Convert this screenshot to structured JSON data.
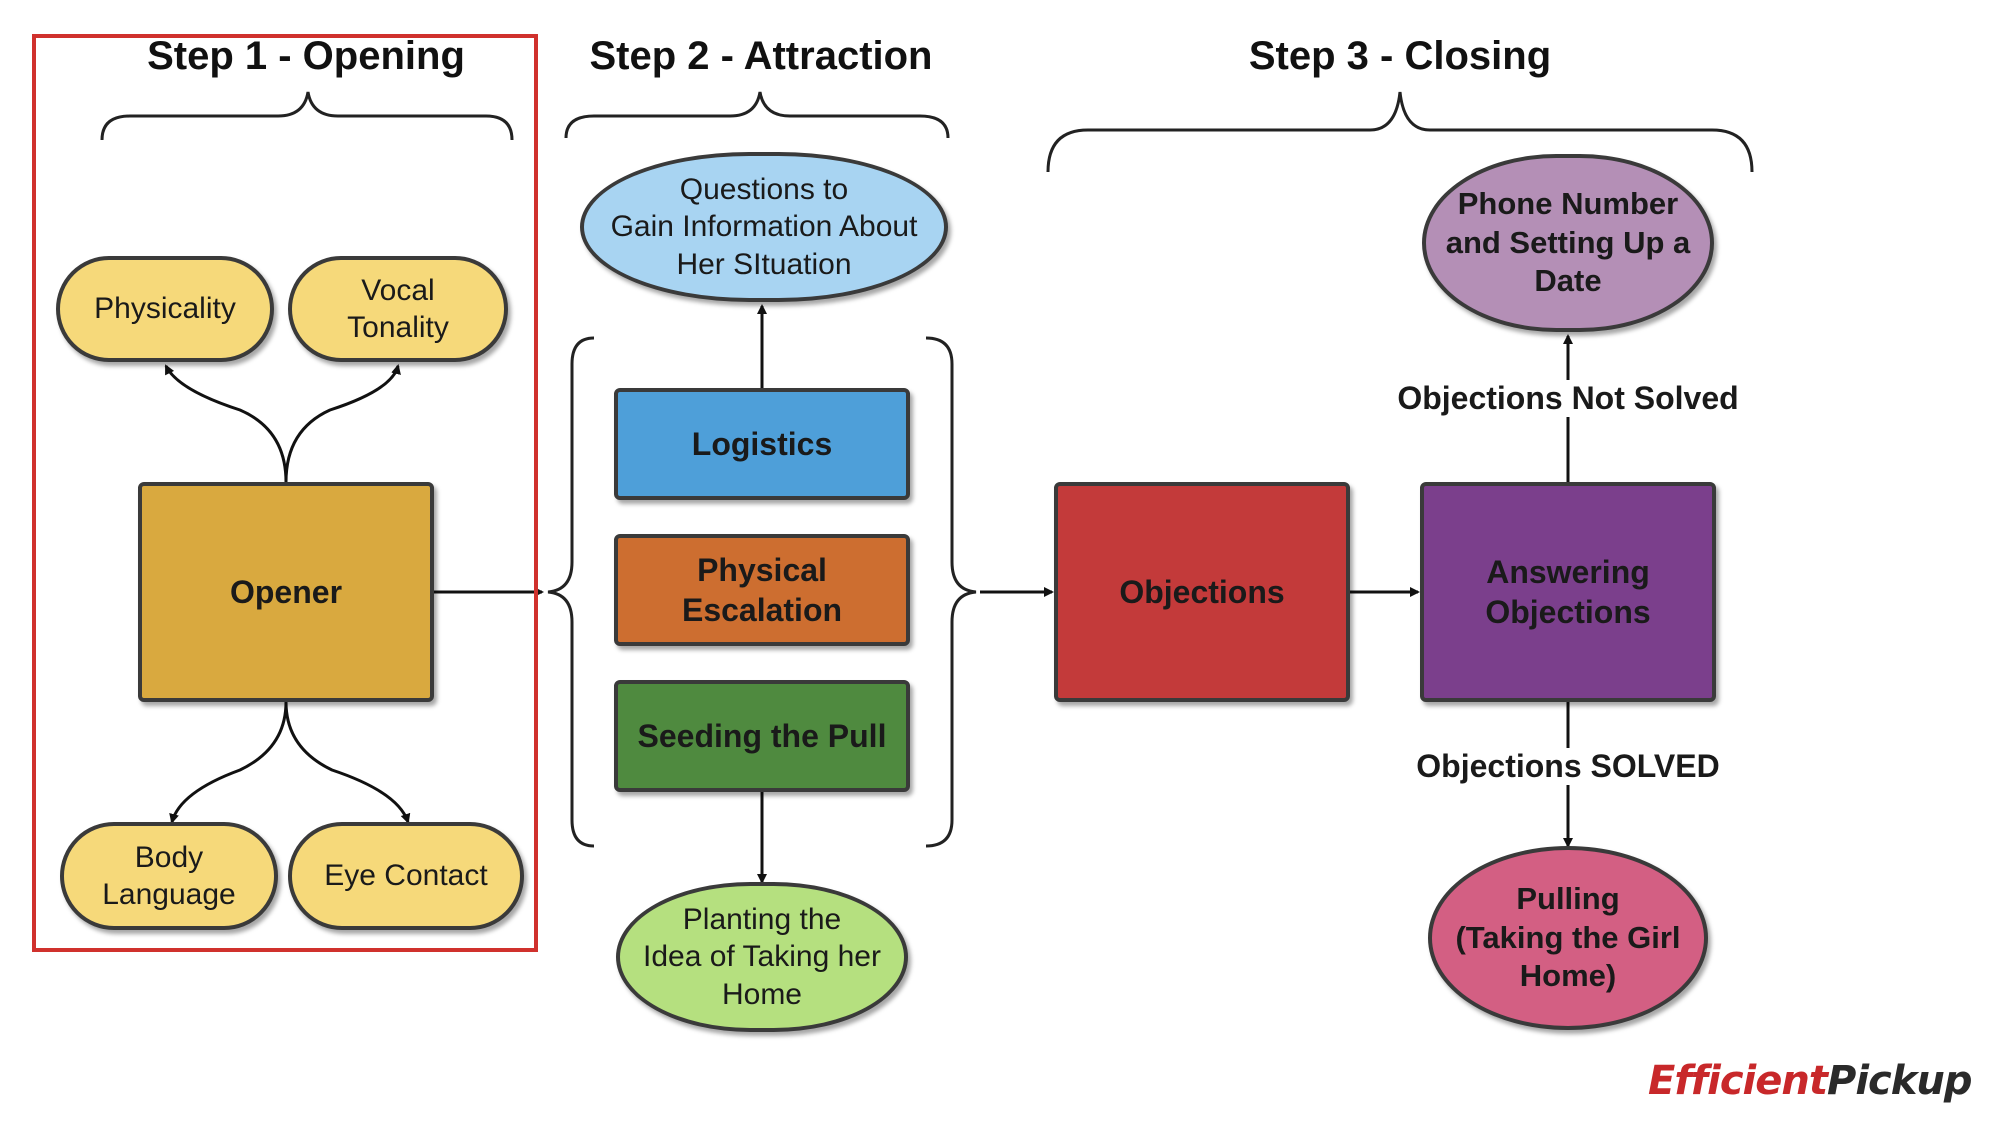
{
  "titles": {
    "step1": "Step 1 - Opening",
    "step2": "Step 2 - Attraction",
    "step3": "Step 3 - Closing"
  },
  "nodes": {
    "physicality": "Physicality",
    "vocal_tonality": "Vocal\nTonality",
    "opener": "Opener",
    "body_language": "Body\nLanguage",
    "eye_contact": "Eye Contact",
    "questions": "Questions to\nGain Information About\nHer SItuation",
    "logistics": "Logistics",
    "physical_escalation": "Physical\nEscalation",
    "seeding_the_pull": "Seeding the Pull",
    "planting": "Planting the\nIdea of Taking her\nHome",
    "objections": "Objections",
    "answering_objections": "Answering\nObjections",
    "phone_number": "Phone Number\nand Setting Up a\nDate",
    "pulling": "Pulling\n(Taking the Girl\nHome)"
  },
  "edge_labels": {
    "not_solved": "Objections Not Solved",
    "solved": "Objections SOLVED"
  },
  "logo": {
    "part1": "Efficient",
    "part2": "Pickup"
  },
  "colors": {
    "yellow": "#f6d97a",
    "opener": "#d9a93f",
    "light_blue": "#a8d4f2",
    "blue": "#4e9fd9",
    "orange": "#cd6e30",
    "green": "#4f8a3f",
    "light_green": "#b5e07f",
    "red": "#c33a3a",
    "purple": "#7b3f8c",
    "lavender": "#b48fb6",
    "pink": "#d35f83",
    "highlight_frame": "#d0312d"
  }
}
